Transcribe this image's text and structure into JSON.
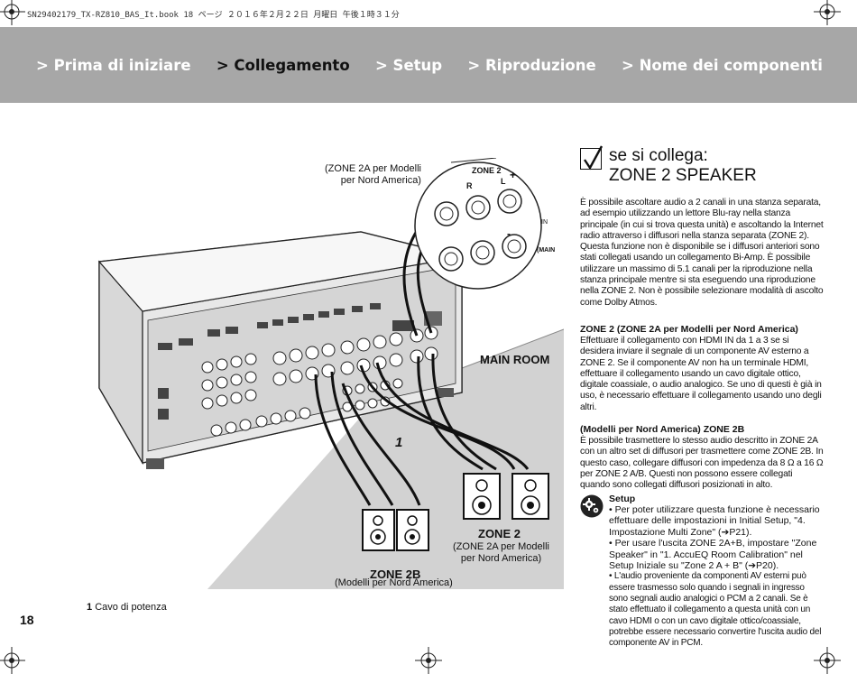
{
  "print_header": "SN29402179_TX-RZ810_BAS_It.book  18 ページ  ２０１６年２月２２日  月曜日  午後１時３１分",
  "nav": {
    "items": [
      {
        "label": "> Prima di iniziare",
        "active": false
      },
      {
        "label": "> Collegamento",
        "active": true
      },
      {
        "label": "> Setup",
        "active": false
      },
      {
        "label": "> Riproduzione",
        "active": false
      },
      {
        "label": "> Nome dei componenti",
        "active": false
      }
    ]
  },
  "diagram": {
    "zone2a_na_label_top": "(ZONE 2A per Modelli\nper Nord America)",
    "terminal_label": "ZONE 2",
    "terminal_r": "R",
    "terminal_l": "L",
    "terminal_plus": "+",
    "terminal_minus": "-",
    "in_label": "IN",
    "main_label": "(MAIN",
    "main_room": "MAIN ROOM",
    "cable_number": "1",
    "zone2_title": "ZONE 2",
    "zone2_sub": "(ZONE 2A per Modelli\nper Nord America)",
    "zone2b_title": "ZONE 2B",
    "zone2b_sub": "(Modelli per Nord America)"
  },
  "caption": {
    "number": "1",
    "text": "Cavo di potenza"
  },
  "page_number": "18",
  "content": {
    "title_line1": "se si collega:",
    "title_line2": "ZONE 2 SPEAKER",
    "intro": "È possibile ascoltare audio a 2 canali in una stanza separata, ad esempio utilizzando un lettore Blu-ray nella stanza principale (in cui si trova questa unità) e ascoltando la Internet radio attraverso i diffusori nella stanza separata (ZONE 2). Questa funzione non è disponibile se i diffusori anteriori sono stati collegati usando un collegamento Bi-Amp. È possibile utilizzare un massimo di 5.1 canali per la riproduzione nella stanza principale mentre si sta eseguendo una riproduzione nella ZONE 2. Non è possibile selezionare modalità di ascolto come Dolby Atmos.",
    "section1_title": "ZONE 2 (ZONE 2A per Modelli per Nord America)",
    "section1_text": "Effettuare il collegamento con HDMI IN da 1 a 3 se si desidera inviare il segnale di un componente AV esterno a ZONE 2. Se il componente AV non ha un terminale HDMI, effettuare il collegamento usando un cavo digitale ottico, digitale coassiale, o audio analogico. Se uno di questi è già in uso, è necessario effettuare il collegamento usando uno degli altri.",
    "section2_title": "(Modelli per Nord America) ZONE 2B",
    "section2_text": "È possibile trasmettere lo stesso audio descritto in ZONE 2A con un altro set di diffusori per trasmettere come ZONE 2B. In questo caso, collegare diffusori con impedenza da 8 Ω a 16 Ω per ZONE 2 A/B. Questi non possono essere collegati quando sono collegati diffusori posizionati in alto.",
    "setup_title": "Setup",
    "setup_items": [
      "• Per poter utilizzare questa funzione è necessario effettuare delle impostazioni in Initial Setup, \"4. Impostazione Multi Zone\" (➔P21).",
      "• Per usare l'uscita ZONE 2A+B, impostare \"Zone Speaker\" in \"1. AccuEQ Room Calibration\" nel Setup Iniziale su \"Zone 2 A + B\" (➔P20).",
      "• L'audio proveniente da componenti AV esterni può essere trasmesso solo quando i segnali in ingresso sono segnali audio analogici o PCM a 2 canali. Se è stato effettuato il collegamento a questa unità con un cavo HDMI o con un cavo digitale ottico/coassiale, potrebbe essere necessario convertire l'uscita audio del componente AV in PCM."
    ]
  }
}
